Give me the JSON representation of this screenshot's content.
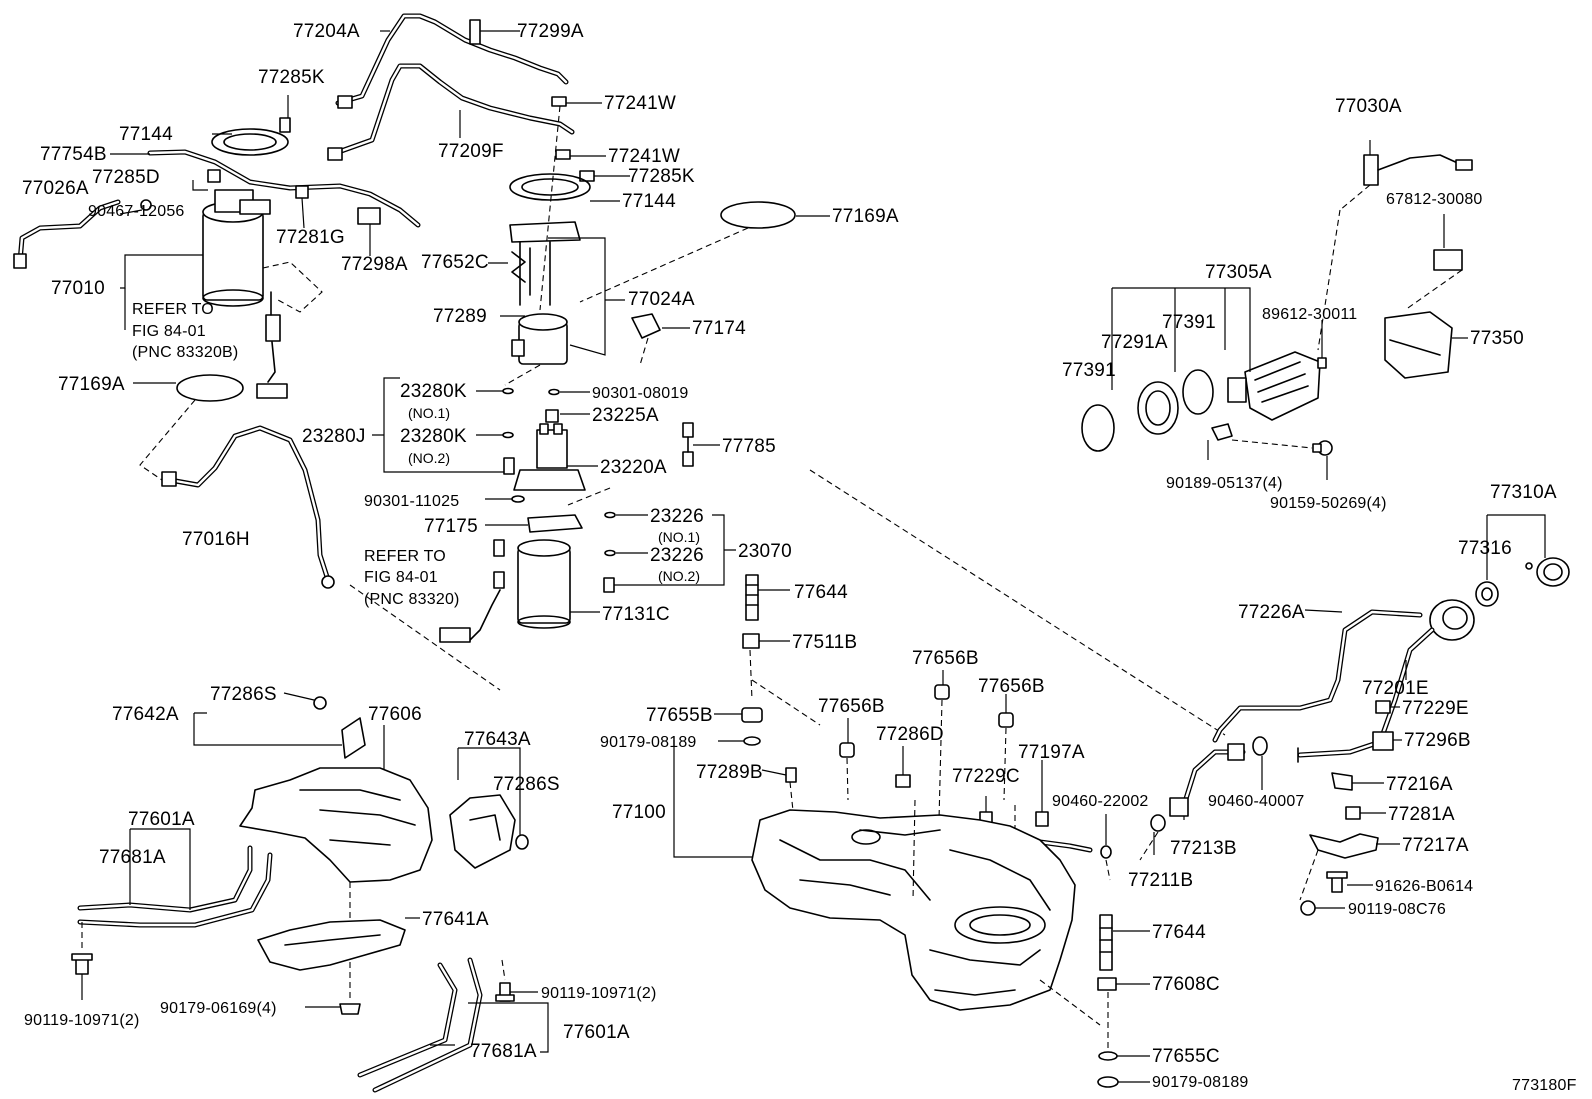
{
  "figure_id": "773180F",
  "labels": {
    "p77204A": "77204A",
    "p77299A": "77299A",
    "p77285K_1": "77285K",
    "p77241W_1": "77241W",
    "p77144_1": "77144",
    "p77209F": "77209F",
    "p77241W_2": "77241W",
    "p77754B": "77754B",
    "p77285D": "77285D",
    "p77285K_2": "77285K",
    "p77026A": "77026A",
    "p77144_2": "77144",
    "p90467": "90467-12056",
    "p77281G": "77281G",
    "p77169A_1": "77169A",
    "p77298A": "77298A",
    "p77652C": "77652C",
    "p77010": "77010",
    "p77024A": "77024A",
    "p77289": "77289",
    "p77174": "77174",
    "p77169A_2": "77169A",
    "p23280K_1": "23280K",
    "p90301_08019": "90301-08019",
    "p23225A": "23225A",
    "p23280J": "23280J",
    "p23280K_2": "23280K",
    "p77785": "77785",
    "p23220A": "23220A",
    "p90301_11025": "90301-11025",
    "p77016H": "77016H",
    "p77175": "77175",
    "p23226_1": "23226",
    "p23070": "23070",
    "p23226_2": "23226",
    "p77644_1": "77644",
    "p77131C": "77131C",
    "p77511B": "77511B",
    "p77030A": "77030A",
    "p67812": "67812-30080",
    "p77305A": "77305A",
    "p89612": "89612-30011",
    "p77391_1": "77391",
    "p77291A": "77291A",
    "p77350": "77350",
    "p77391_2": "77391",
    "p90189": "90189-05137(4)",
    "p90159": "90159-50269(4)",
    "p77310A": "77310A",
    "p77316": "77316",
    "p77226A": "77226A",
    "p77201E": "77201E",
    "p77229E": "77229E",
    "p77296B": "77296B",
    "p77216A": "77216A",
    "p77281A": "77281A",
    "p77217A": "77217A",
    "p91626": "91626-B0614",
    "p90119_08C76": "90119-08C76",
    "p90460_40007": "90460-40007",
    "p77213B": "77213B",
    "p77211B": "77211B",
    "p90460_22002": "90460-22002",
    "p77656B_1": "77656B",
    "p77656B_2": "77656B",
    "p77656B_3": "77656B",
    "p77197A": "77197A",
    "p77229C": "77229C",
    "p77286D": "77286D",
    "p77655B": "77655B",
    "p90179_08189_1": "90179-08189",
    "p77289B": "77289B",
    "p77100": "77100",
    "p77644_2": "77644",
    "p77608C": "77608C",
    "p77655C": "77655C",
    "p90179_08189_2": "90179-08189",
    "p77642A": "77642A",
    "p77286S_1": "77286S",
    "p77606": "77606",
    "p77643A": "77643A",
    "p77286S_2": "77286S",
    "p77601A_1": "77601A",
    "p77681A_1": "77681A",
    "p77641A": "77641A",
    "p90179_06169": "90179-06169(4)",
    "p90119_10971_1": "90119-10971(2)",
    "p90119_10971_2": "90119-10971(2)",
    "p77601A_2": "77601A",
    "p77681A_2": "77681A"
  },
  "notes": {
    "no1_a": "(NO.1)",
    "no2_a": "(NO.2)",
    "no1_b": "(NO.1)",
    "no2_b": "(NO.2)",
    "refer1_a": "REFER TO",
    "refer1_b": "FIG 84-01",
    "refer1_c": "(PNC 83320B)",
    "refer2_a": "REFER TO",
    "refer2_b": "FIG 84-01",
    "refer2_c": "(PNC 83320)"
  }
}
